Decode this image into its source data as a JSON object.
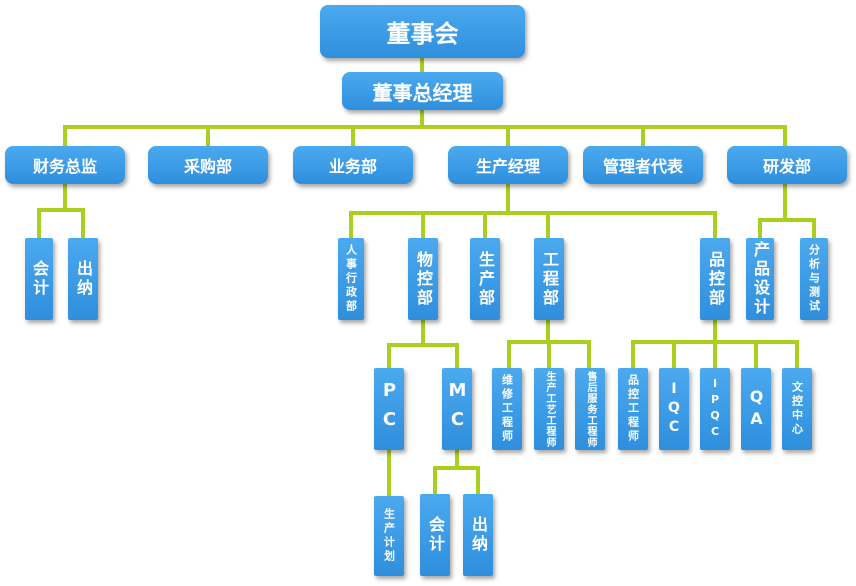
{
  "board": "董事会",
  "gm": "董事总经理",
  "departments": [
    "财务总监",
    "采购部",
    "业务部",
    "生产经理",
    "管理者代表",
    "研发部"
  ],
  "finance": [
    "会计",
    "出纳"
  ],
  "production": [
    "人事行政部",
    "物控部",
    "生产部",
    "工程部",
    "品控部"
  ],
  "rd": [
    "产品设计",
    "分析与测试"
  ],
  "materials": [
    "PC",
    "MC"
  ],
  "pc_children": [
    "生产计划"
  ],
  "mc_children": [
    "会计",
    "出纳"
  ],
  "engineering": [
    "维修工程师",
    "生产工艺工程师",
    "售后服务工程师"
  ],
  "quality": [
    "品控工程师",
    "IQC",
    "IPQC",
    "QA",
    "文控中心"
  ],
  "colors": {
    "box": "#3a9be6",
    "connector": "#a9cf1f",
    "text": "#ffffff"
  }
}
